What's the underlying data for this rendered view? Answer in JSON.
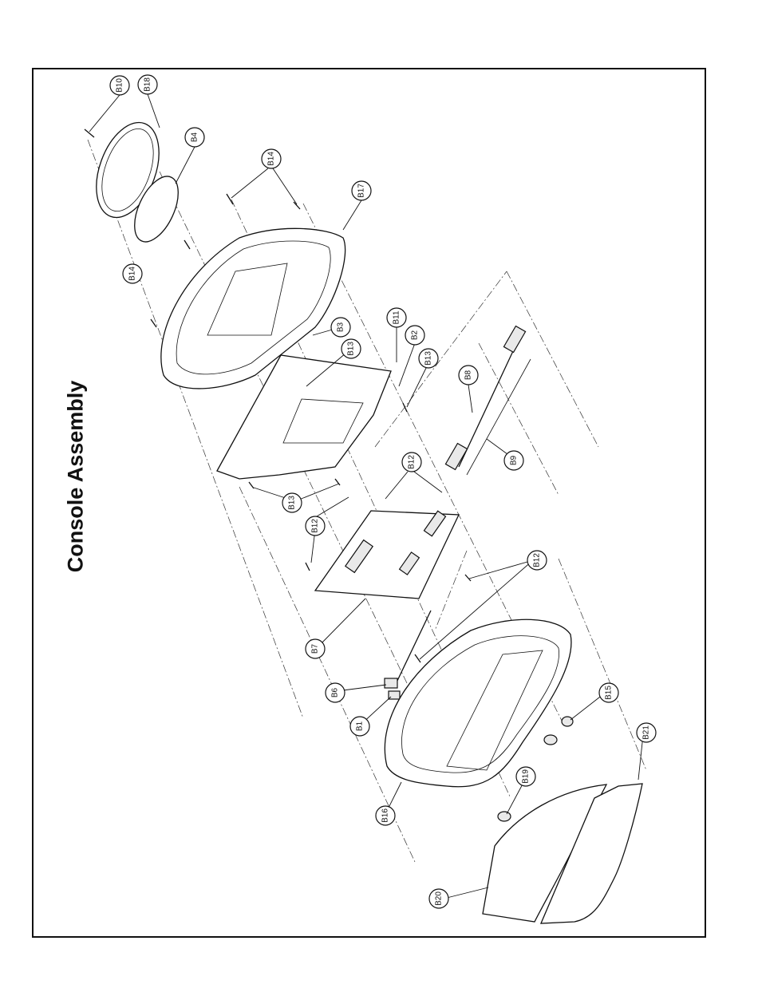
{
  "title": "Console Assembly",
  "callouts": [
    "B10",
    "B18",
    "B4",
    "B14",
    "B14",
    "B17",
    "B3",
    "B13",
    "B11",
    "B2",
    "B13",
    "B8",
    "B9",
    "B12",
    "B13",
    "B12",
    "B12",
    "B7",
    "B6",
    "B1",
    "B16",
    "B19",
    "B15",
    "B21",
    "B20"
  ]
}
